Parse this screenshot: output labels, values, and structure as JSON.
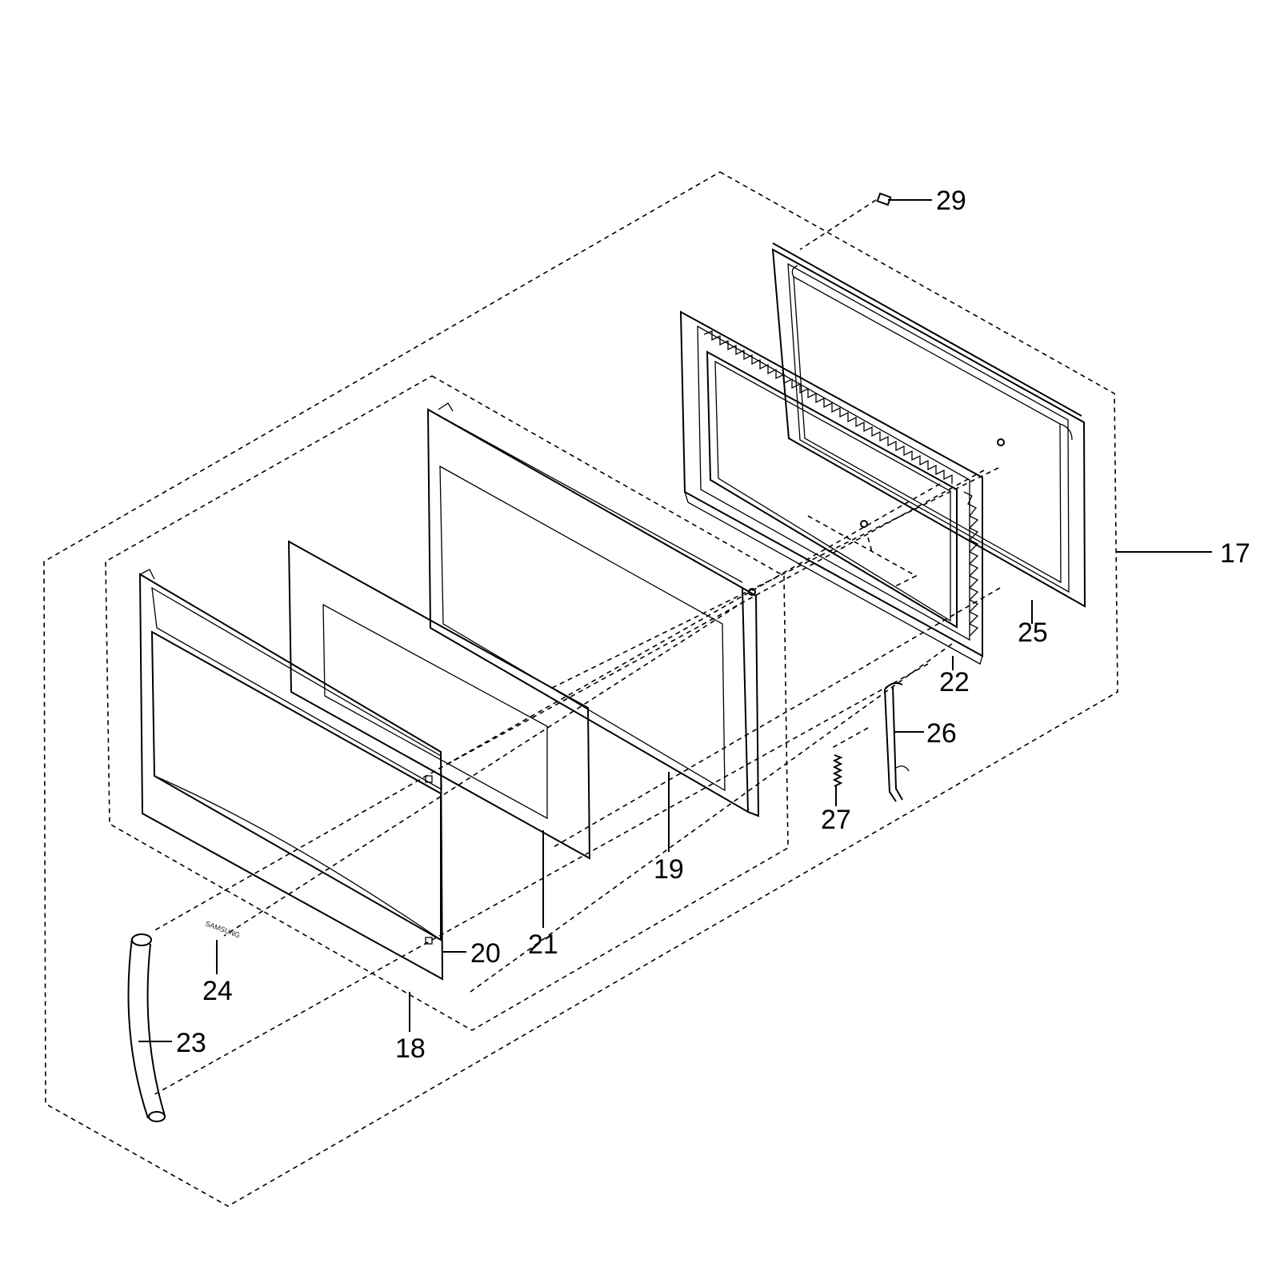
{
  "parts": [
    {
      "id": "callout-17",
      "label": "17"
    },
    {
      "id": "callout-18",
      "label": "18"
    },
    {
      "id": "callout-19",
      "label": "19"
    },
    {
      "id": "callout-20",
      "label": "20"
    },
    {
      "id": "callout-21",
      "label": "21"
    },
    {
      "id": "callout-22",
      "label": "22"
    },
    {
      "id": "callout-23",
      "label": "23"
    },
    {
      "id": "callout-24",
      "label": "24"
    },
    {
      "id": "callout-25",
      "label": "25"
    },
    {
      "id": "callout-26",
      "label": "26"
    },
    {
      "id": "callout-27",
      "label": "27"
    },
    {
      "id": "callout-29",
      "label": "29"
    }
  ],
  "logo_text": "SAMSUNG"
}
